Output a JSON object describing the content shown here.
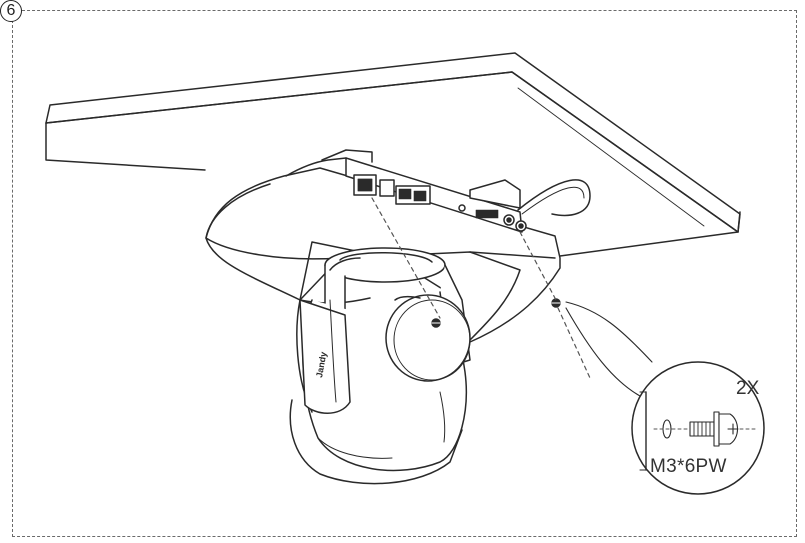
{
  "step": {
    "number": "6"
  },
  "callout": {
    "quantity": "2X",
    "screw_spec": "M3*6PW"
  },
  "device": {
    "brand_mark": "Jandy"
  }
}
